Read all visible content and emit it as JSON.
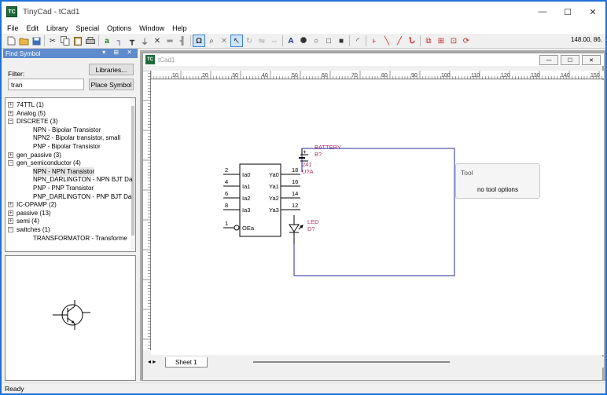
{
  "app": {
    "title": "TinyCad - tCad1",
    "icon": "TC"
  },
  "window_controls": {
    "minimize": "—",
    "maximize": "☐",
    "close": "✕"
  },
  "menu": [
    "File",
    "Edit",
    "Library",
    "Special",
    "Options",
    "Window",
    "Help"
  ],
  "toolbar_coords": "148.00,  86.",
  "find_symbol": {
    "title": "Find Symbol",
    "filter_label": "Filter:",
    "filter_value": "tran",
    "libraries_button": "Libraries...",
    "place_button": "Place Symbol",
    "tree": [
      {
        "label": "74TTL (1)",
        "level": 0,
        "exp": "+"
      },
      {
        "label": "Analog (5)",
        "level": 0,
        "exp": "+"
      },
      {
        "label": "DISCRETE (3)",
        "level": 0,
        "exp": "−"
      },
      {
        "label": "NPN - Bipolar Transistor",
        "level": 1
      },
      {
        "label": "NPN2 - Bipolar transistor, small",
        "level": 1
      },
      {
        "label": "PNP - Bipolar Transistor",
        "level": 1
      },
      {
        "label": "gen_passive (3)",
        "level": 0,
        "exp": "+"
      },
      {
        "label": "gen_semiconductor (4)",
        "level": 0,
        "exp": "−"
      },
      {
        "label": "NPN - NPN Transistor",
        "level": 1,
        "hl": true
      },
      {
        "label": "NPN_DARLINGTON - NPN BJT Da",
        "level": 1
      },
      {
        "label": "PNP - PNP Transistor",
        "level": 1
      },
      {
        "label": "PNP_DARLINGTON - PNP BJT Da",
        "level": 1
      },
      {
        "label": "IC-OPAMP (2)",
        "level": 0,
        "exp": "+"
      },
      {
        "label": "passive (13)",
        "level": 0,
        "exp": "+"
      },
      {
        "label": "semi (4)",
        "level": 0,
        "exp": "+"
      },
      {
        "label": "switches (1)",
        "level": 0,
        "exp": "−"
      },
      {
        "label": "TRANSFORMATOR - Transforme",
        "level": 1
      }
    ]
  },
  "document": {
    "name": "tCad1",
    "icon": "TC",
    "sheet_tab": "Sheet 1",
    "nav": "◂ ▸"
  },
  "ruler_labels": [
    "10",
    "20",
    "30",
    "40",
    "50",
    "60",
    "70",
    "80",
    "90",
    "100",
    "110",
    "120",
    "130",
    "140",
    "150"
  ],
  "tool_panel": {
    "title": "Tool",
    "text": "no tool options"
  },
  "schematic": {
    "battery": {
      "name": "BATTERY",
      "ref": "B?",
      "plus": "+"
    },
    "ic": {
      "part": "241",
      "ref": "U?A",
      "in_pins": [
        "2",
        "4",
        "6",
        "8",
        "1"
      ],
      "in_names": [
        "Ia0",
        "Ia1",
        "Ia2",
        "Ia3",
        "OEa"
      ],
      "out_pins": [
        "18",
        "16",
        "14",
        "12"
      ],
      "out_names": [
        "Ya0",
        "Ya1",
        "Ya2",
        "Ya3"
      ]
    },
    "led": {
      "name": "LED",
      "ref": "D?"
    }
  },
  "status": "Ready"
}
